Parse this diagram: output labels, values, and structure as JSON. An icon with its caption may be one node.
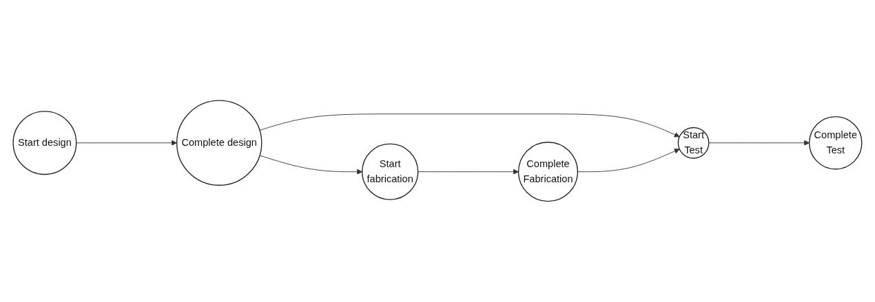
{
  "diagram": {
    "nodes": [
      {
        "text": [
          "Start design"
        ]
      },
      {
        "text": [
          "Complete design"
        ]
      },
      {
        "text": [
          "Start",
          "Test"
        ]
      },
      {
        "text": [
          "Complete",
          "Test"
        ]
      },
      {
        "text": [
          "Start",
          "fabrication"
        ]
      },
      {
        "text": [
          "Complete",
          "Fabrication"
        ]
      }
    ],
    "edges": [
      {
        "from": 0,
        "to": 1,
        "arrow": "to"
      },
      {
        "from": 1,
        "to": 2,
        "arrow": "to"
      },
      {
        "from": 2,
        "to": 3,
        "arrow": "to"
      },
      {
        "from": 1,
        "to": 4,
        "arrow": "to"
      },
      {
        "from": 4,
        "to": 5,
        "arrow": "to"
      },
      {
        "from": 5,
        "to": 2,
        "arrow": "to"
      }
    ]
  }
}
